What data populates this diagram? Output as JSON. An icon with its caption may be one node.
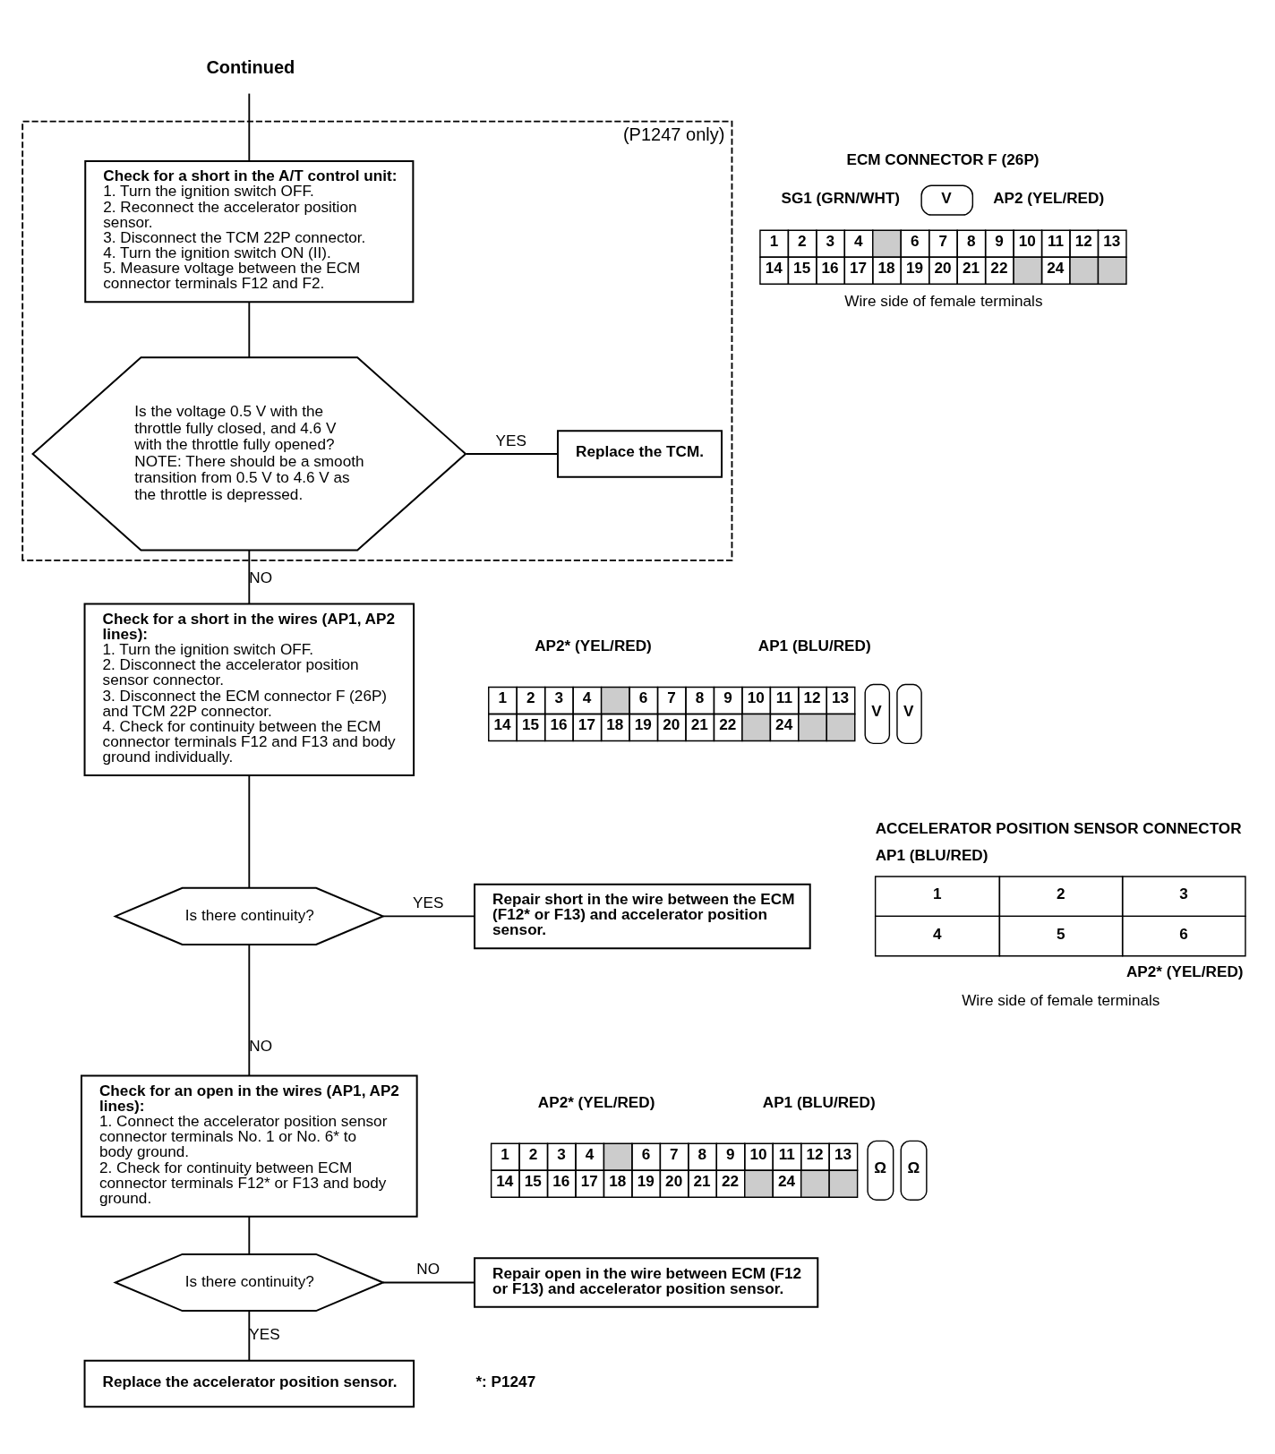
{
  "diagram": {
    "nodes": [
      {
        "text": [
          "Continued"
        ]
      },
      {
        "text": [
          "(P1247 only)"
        ]
      },
      {
        "text": [
          "Check for a short in the A/T control unit:",
          "1. Turn the ignition switch OFF.",
          "2. Reconnect the accelerator position sensor.",
          "3. Disconnect the TCM 22P connector.",
          "4. Turn the ignition switch ON (II).",
          "5. Measure voltage between the ECM connector terminals F12 and F2."
        ],
        "in": 1
      },
      {
        "text": [
          "Is the voltage 0.5 V with the throttle fully closed, and 4.6 V with the throttle fully opened?",
          "NOTE: There should be a smooth transition from 0.5 V to 4.6 V as the throttle is depressed."
        ],
        "in": 1
      },
      {
        "text": [
          "Replace the TCM."
        ],
        "in": 1
      },
      {
        "text": [
          "Check for a short in the wires (AP1, AP2 lines):",
          "1. Turn the ignition switch OFF.",
          "2. Disconnect the accelerator position sensor connector.",
          "3. Disconnect the ECM connector F (26P) and TCM 22P connector.",
          "4. Check for continuity between the ECM connector terminals F12 and F13 and body ground individually."
        ]
      },
      {
        "text": [
          "Is there continuity?"
        ]
      },
      {
        "text": [
          "Repair short in the wire between the ECM (F12* or F13) and accelerator position sensor."
        ]
      },
      {
        "text": [
          "Check for an open in the wires (AP1, AP2 lines):",
          "1. Connect the accelerator position sensor connector terminals No. 1 or No. 6* to body ground.",
          "2. Check for continuity between ECM connector terminals F12* or F13 and body ground."
        ]
      },
      {
        "text": [
          "Is there continuity?"
        ]
      },
      {
        "text": [
          "Repair open in the wire between ECM (F12 or F13) and accelerator position sensor."
        ]
      },
      {
        "text": [
          "Replace the accelerator position sensor."
        ]
      }
    ],
    "edges": [
      {
        "from": 0,
        "to": 2,
        "arrow": "none"
      },
      {
        "from": 2,
        "to": 3,
        "arrow": "none"
      },
      {
        "from": 3,
        "to": 4,
        "arrow": "none",
        "label": "YES"
      },
      {
        "from": 3,
        "to": 5,
        "arrow": "none",
        "label": "NO"
      },
      {
        "from": 5,
        "to": 6,
        "arrow": "none"
      },
      {
        "from": 6,
        "to": 7,
        "arrow": "none",
        "label": "YES"
      },
      {
        "from": 6,
        "to": 8,
        "arrow": "none",
        "label": "NO"
      },
      {
        "from": 8,
        "to": 9,
        "arrow": "none"
      },
      {
        "from": 9,
        "to": 10,
        "arrow": "none",
        "label": "NO"
      },
      {
        "from": 9,
        "to": 11,
        "arrow": "none",
        "label": "YES"
      }
    ],
    "labels": [
      "ECM CONNECTOR F (26P)",
      "SG1 (GRN/WHT)",
      "V",
      "AP2 (YEL/RED)",
      "1",
      "2",
      "3",
      "4",
      "6",
      "7",
      "8",
      "9",
      "10",
      "11",
      "12",
      "13",
      "14",
      "15",
      "16",
      "17",
      "18",
      "19",
      "20",
      "21",
      "22",
      "24",
      "Wire side of female terminals",
      "AP2* (YEL/RED)",
      "AP1 (BLU/RED)",
      "1",
      "2",
      "3",
      "4",
      "6",
      "7",
      "8",
      "9",
      "10",
      "11",
      "12",
      "13",
      "14",
      "15",
      "16",
      "17",
      "18",
      "19",
      "20",
      "21",
      "22",
      "24",
      "V",
      "V",
      "ACCELERATOR POSITION SENSOR CONNECTOR",
      "AP1 (BLU/RED)",
      "1",
      "2",
      "3",
      "4",
      "5",
      "6",
      "AP2* (YEL/RED)",
      "Wire side of female terminals",
      "AP2* (YEL/RED)",
      "AP1 (BLU/RED)",
      "1",
      "2",
      "3",
      "4",
      "6",
      "7",
      "8",
      "9",
      "10",
      "11",
      "12",
      "13",
      "14",
      "15",
      "16",
      "17",
      "18",
      "19",
      "20",
      "21",
      "22",
      "24",
      "Ω",
      "Ω",
      "*: P1247"
    ]
  }
}
